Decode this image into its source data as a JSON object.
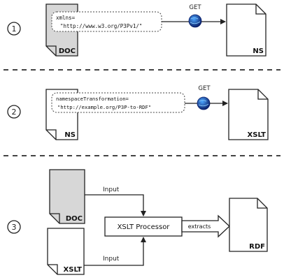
{
  "colors": {
    "doc_fill": "#d7d7d7",
    "white_fill": "#ffffff",
    "stroke": "#222222",
    "dash": "#444444",
    "globe_dark": "#0a1f6a",
    "globe_light": "#4da6ff"
  },
  "icons": {
    "globe": "globe-icon",
    "step": "circled-number"
  },
  "steps": [
    {
      "number": "1",
      "source_doc": "DOC",
      "callout_line1": "xmlns=",
      "callout_line2": "\"http://www.w3.org/P3Pv1/\"",
      "http_label": "GET",
      "target_doc": "NS"
    },
    {
      "number": "2",
      "source_doc": "NS",
      "callout_line1": "namespaceTransformation=",
      "callout_line2": "\"http://example.org/P3P-to-RDF\"",
      "http_label": "GET",
      "target_doc": "XSLT"
    },
    {
      "number": "3",
      "input_doc": "DOC",
      "input_label_top": "Input",
      "stylesheet_doc": "XSLT",
      "input_label_bottom": "Input",
      "processor_label": "XSLT Processor",
      "extracts_label": "extracts",
      "output_doc": "RDF"
    }
  ]
}
